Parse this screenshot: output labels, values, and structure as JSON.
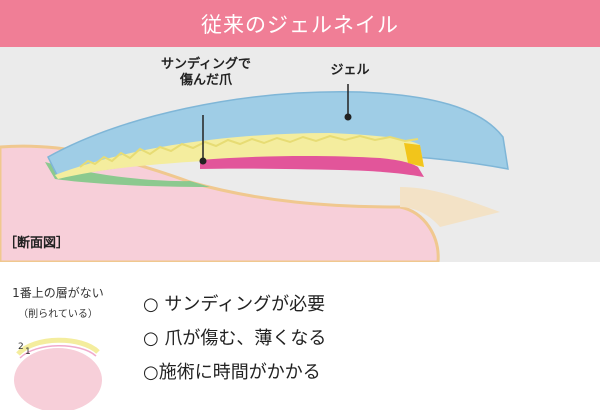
{
  "header": {
    "title": "従来のジェルネイル"
  },
  "diagram": {
    "label_damaged_line1": "サンディングで",
    "label_damaged_line2": "傷んだ爪",
    "label_gel": "ジェル",
    "section_label": "［断面図］"
  },
  "side": {
    "title": "1番上の層がない",
    "subtitle": "（削られている）",
    "layer_label_2": "2",
    "layer_label_1": "1"
  },
  "points": [
    "○ サンディングが必要",
    "○ 爪が傷む、薄くなる",
    "○施術に時間がかかる"
  ],
  "colors": {
    "header": "#f07e96",
    "skin_bg": "#ebebeb",
    "finger": "#f7cfd9",
    "gel": "#9fcde6",
    "nail": "#f4ed9e",
    "nailbed": "#e2559a",
    "green_layer": "#8cc98f"
  }
}
